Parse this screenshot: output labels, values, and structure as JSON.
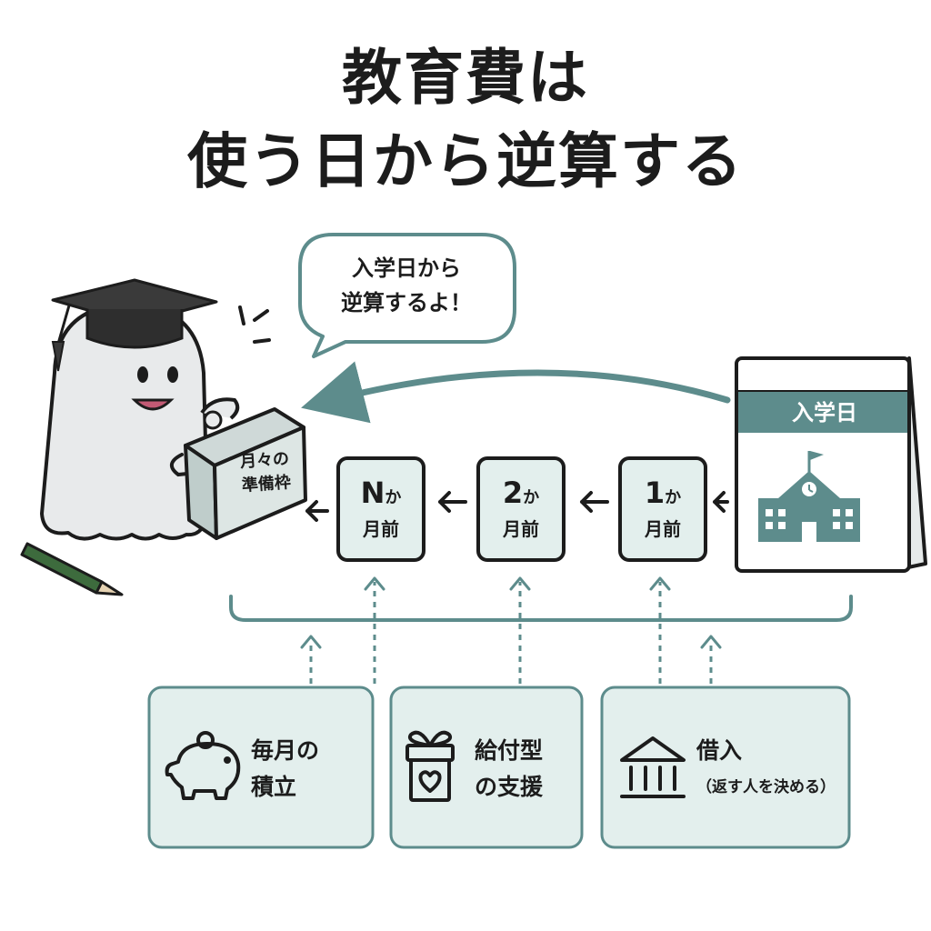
{
  "title": {
    "line1": "教育費は",
    "line2": "使う日から逆算する"
  },
  "speech_bubble": {
    "line1": "入学日から",
    "line2": "逆算するよ！"
  },
  "character_box": {
    "line1": "月々の",
    "line2": "準備枠"
  },
  "timeline": {
    "steps": [
      {
        "top": "N",
        "suffix": "か",
        "bottom": "月前"
      },
      {
        "top": "2",
        "suffix": "か",
        "bottom": "月前"
      },
      {
        "top": "1",
        "suffix": "か",
        "bottom": "月前"
      }
    ],
    "calendar_label": "入学日"
  },
  "funding_sources": [
    {
      "icon": "piggy-bank-icon",
      "line1": "毎月の",
      "line2": "積立"
    },
    {
      "icon": "gift-icon",
      "line1": "給付型",
      "line2": "の支援"
    },
    {
      "icon": "bank-icon",
      "line1": "借入",
      "line2": "（返す人を決める）"
    }
  ],
  "colors": {
    "teal": "#5d8c8c",
    "light_teal_fill": "#e3efed",
    "dark": "#1c1c1c",
    "cheek_pink": "#c25a74",
    "pencil_green": "#3d6b3d"
  }
}
